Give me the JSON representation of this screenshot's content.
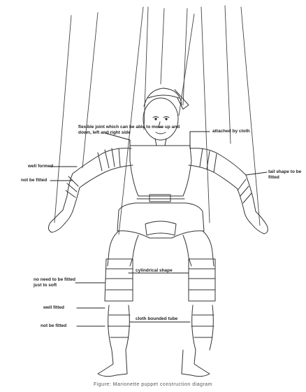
{
  "labels": {
    "flexible_joint": "flexible joint which can be able to move up and down, left and right side",
    "wall_formed": "well formed",
    "not_formed": "not be fitted",
    "attached_by_cloth": "attached by cloth",
    "tail_shape": "tail shape to be fitted",
    "need_fitted": "no need to be fitted just to soft",
    "cylindrical": "cylindrical shape",
    "well_fitted": "well fitted",
    "not_fitted": "not be fitted",
    "cloth_bounded": "cloth bounded tube"
  },
  "caption": "Figure: Marionette puppet construction diagram"
}
